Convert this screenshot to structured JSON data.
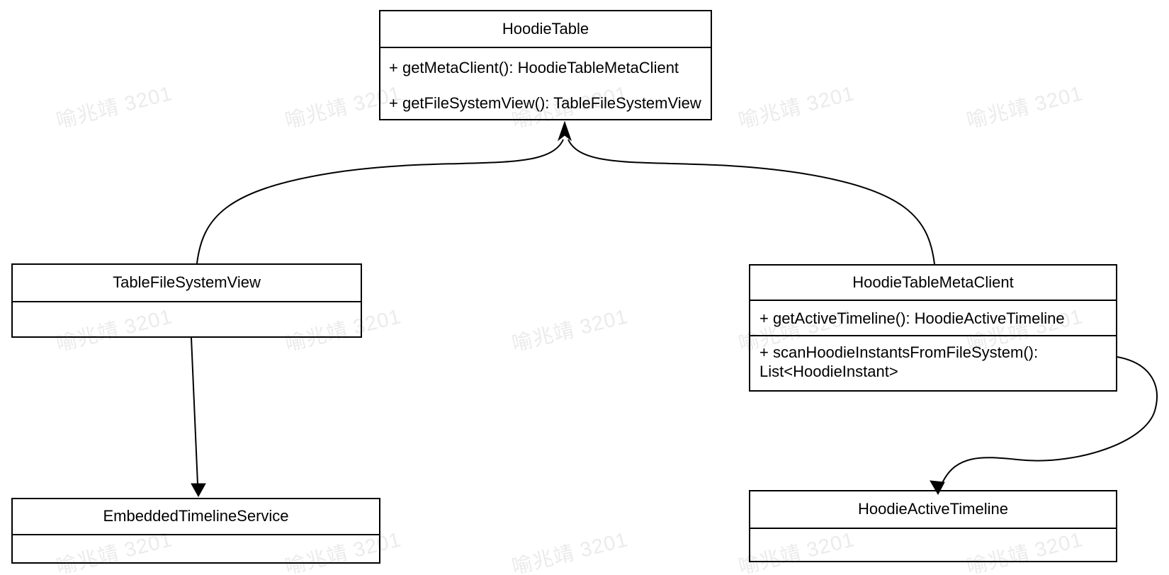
{
  "watermark": {
    "text": "喻兆靖 3201",
    "color": "#ebebeb"
  },
  "diagram": {
    "classes": [
      {
        "title": "HoodieTable",
        "members": [
          "+ getMetaClient(): HoodieTableMetaClient",
          "+ getFileSystemView(): TableFileSystemView"
        ]
      },
      {
        "title": "TableFileSystemView",
        "members": []
      },
      {
        "title": "HoodieTableMetaClient",
        "members": [
          "+ getActiveTimeline(): HoodieActiveTimeline",
          "+ scanHoodieInstantsFromFileSystem(): List<HoodieInstant>"
        ]
      },
      {
        "title": "EmbeddedTimelineService",
        "members": []
      },
      {
        "title": "HoodieActiveTimeline",
        "members": []
      }
    ],
    "connectors": [
      {
        "from": "TableFileSystemView",
        "to": "HoodieTable",
        "style": "curved",
        "arrow": "solid-triangle"
      },
      {
        "from": "HoodieTableMetaClient",
        "to": "HoodieTable",
        "style": "curved",
        "arrow": "solid-triangle"
      },
      {
        "from": "TableFileSystemView",
        "to": "EmbeddedTimelineService",
        "style": "straight",
        "arrow": "solid-triangle"
      },
      {
        "from": "HoodieTableMetaClient",
        "to": "HoodieActiveTimeline",
        "style": "s-curve",
        "arrow": "solid-triangle"
      }
    ]
  }
}
